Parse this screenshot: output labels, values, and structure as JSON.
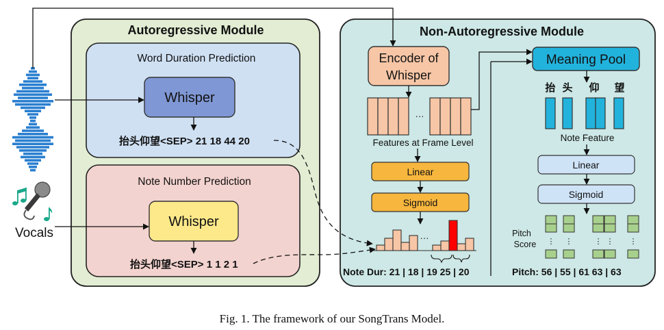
{
  "ar_module": {
    "title": "Autoregressive Module",
    "word_duration": {
      "title": "Word Duration Prediction",
      "model_label": "Whisper",
      "output": "抬头仰望<SEP> 21 18 44 20"
    },
    "note_number": {
      "title": "Note Number Prediction",
      "model_label": "Whisper",
      "output": "抬头仰望<SEP> 1 1 2 1"
    }
  },
  "nar_module": {
    "title": "Non-Autoregressive Module",
    "encoder_line1": "Encoder of",
    "encoder_line2": "Whisper",
    "frame_features_ellipsis": "···",
    "frame_features_label": "Features at Frame Level",
    "linear_label": "Linear",
    "sigmoid_label": "Sigmoid",
    "note_dur": {
      "ellipsis": "···",
      "label": "Note Dur: 21 | 18 | 19 25 | 20",
      "highlight_color": "#ff0000"
    },
    "meaning_pool": "Meaning Pool",
    "chars": [
      "抬",
      "头",
      "仰",
      "望"
    ],
    "note_feature_label": "Note Feature",
    "linear2_label": "Linear",
    "sigmoid2_label": "Sigmoid",
    "pitch_score_line1": "Pitch",
    "pitch_score_line2": "Score",
    "pitch_label": "Pitch: 56 | 55 | 61 63 | 63"
  },
  "inputs": {
    "vocals_label": "Vocals"
  },
  "caption": "Fig. 1.  The framework of our SongTrans Model.",
  "colors": {
    "ar_bg": "#e2edd3",
    "nar_bg": "#cde8e6",
    "word_box_bg": "#cfe0f3",
    "note_box_bg": "#f3d3cf",
    "whisper_blue": "#7f97d4",
    "whisper_yellow": "#fde98a",
    "encoder_bg": "#f7c6a6",
    "orange_box": "#f7b63d",
    "meaning_pool_bg": "#22b3dd",
    "light_blue_box": "#cfe3f7",
    "green_cell": "#a8d08d",
    "waveform": "#2a7fd0"
  }
}
